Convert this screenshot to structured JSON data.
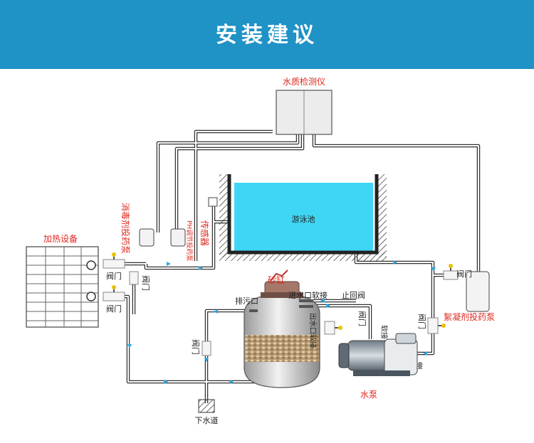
{
  "header": {
    "title": "安装建议"
  },
  "colors": {
    "header_bg": "#1f92c6",
    "pool_water": "#3fd6f5",
    "label_red": "#e0271e",
    "flow_arrow": "#2aa8e0"
  },
  "labels": {
    "water_quality_meter": "水质检测仪",
    "pool": "游泳池",
    "heater": "加热设备",
    "disinfectant_pump": "消毒剂投药泵",
    "ph_pump": "PH调节投药泵",
    "sensor": "传感器",
    "sand_tank": "砂缸",
    "drain_outlet": "排污口",
    "inlet_hose": "进水口软接",
    "check_valve": "止回阀",
    "outlet_hose": "出水口软接",
    "hose_1": "软接",
    "hose_2": "软接",
    "pump": "水泵",
    "flocculant_pump": "絮凝剂投药泵",
    "sewer": "下水道",
    "valve_heater_top": "阀门",
    "valve_heater_bottom": "阀门",
    "valve_heater_side": "阀门",
    "valve_drain": "阀门",
    "valve_pump_inlet": "阀门",
    "valve_right": "阀门",
    "valve_flocculant": "阀门"
  }
}
